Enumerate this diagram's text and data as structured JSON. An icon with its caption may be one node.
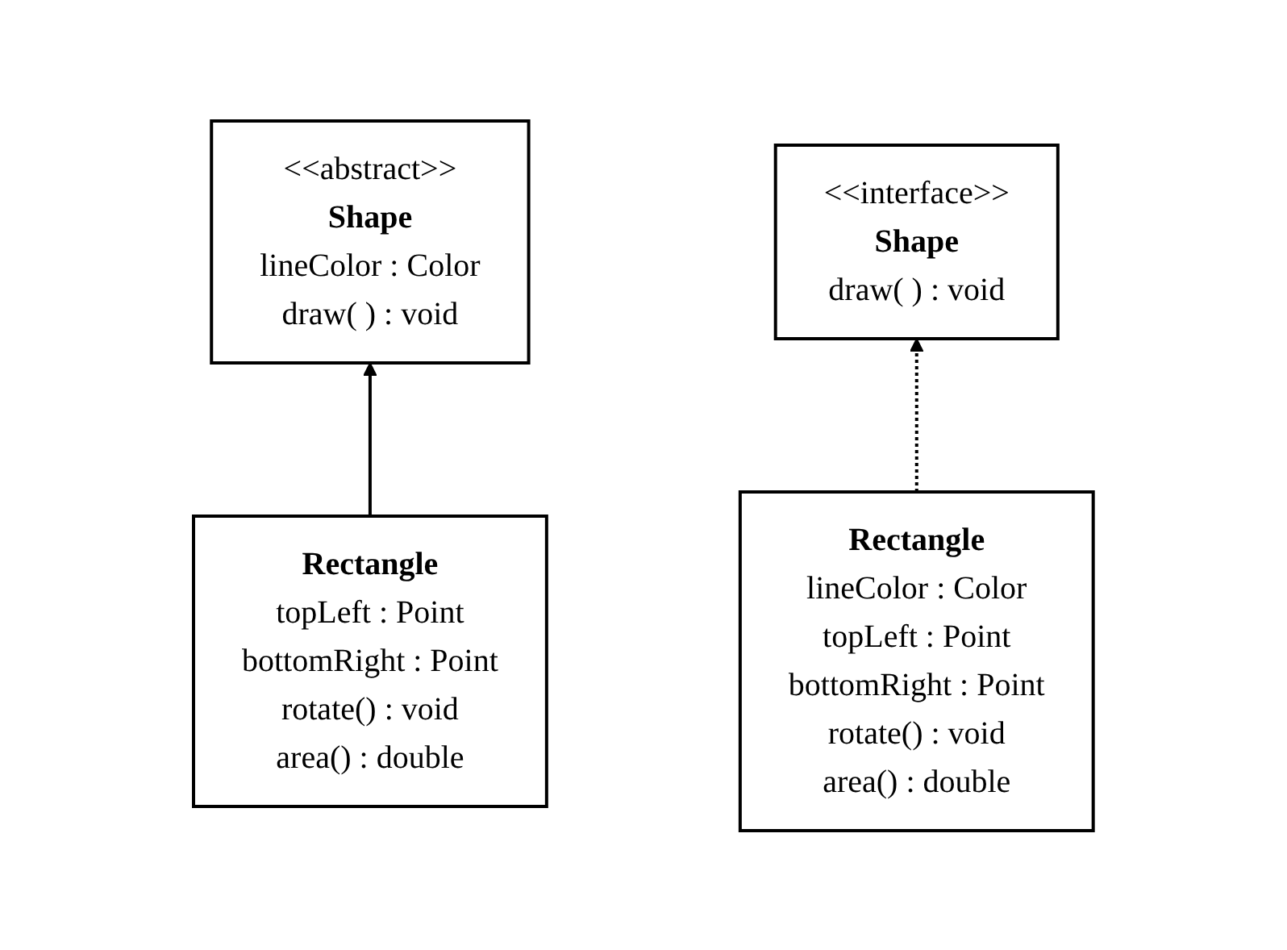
{
  "diagram": {
    "nodes": [
      {
        "text": [
          "<<abstract>>",
          "Shape",
          "lineColor : Color",
          "draw( ) : void"
        ]
      },
      {
        "text": [
          "Rectangle",
          "topLeft : Point",
          "bottomRight : Point",
          "rotate() : void",
          "area() : double"
        ]
      },
      {
        "text": [
          "<<interface>>",
          "Shape",
          "draw( ) : void"
        ]
      },
      {
        "text": [
          "Rectangle",
          "lineColor : Color",
          "topLeft : Point",
          "bottomRight : Point",
          "rotate() : void",
          "area() : double"
        ]
      }
    ],
    "edges": [
      {
        "from": 1,
        "to": 0,
        "arrow": "to"
      },
      {
        "from": 3,
        "to": 2,
        "arrow": "to",
        "style": "dashed"
      }
    ]
  }
}
